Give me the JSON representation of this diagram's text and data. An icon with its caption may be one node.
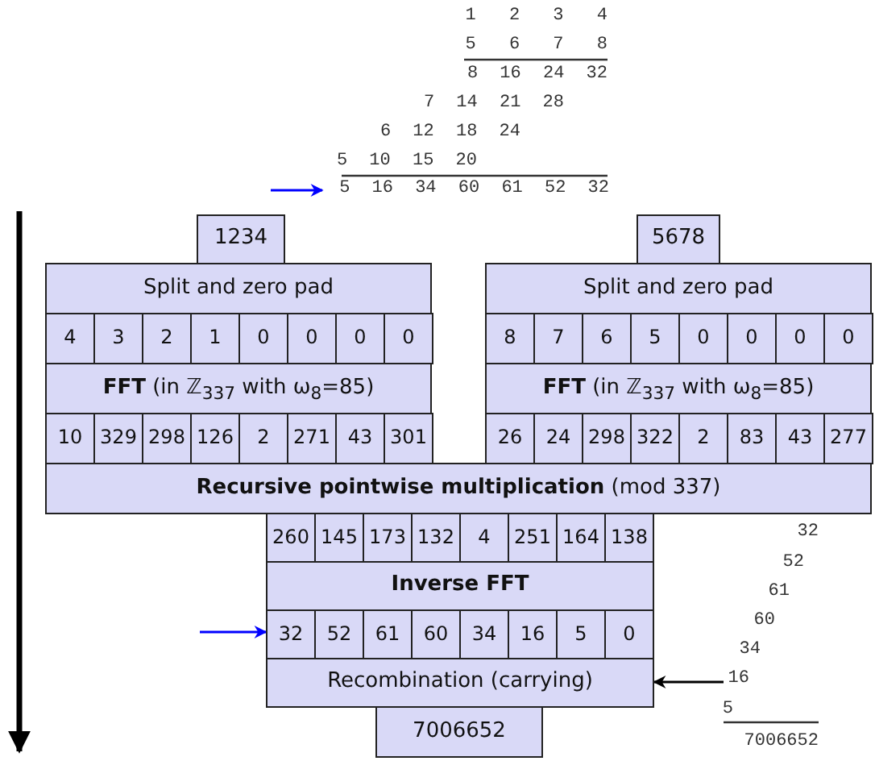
{
  "diagram": {
    "nodes": [
      {
        "text": [
          "5 16 34 60 61 52 32"
        ]
      },
      {
        "text": [
          "1234"
        ]
      },
      {
        "text": [
          "Split and zero pad"
        ]
      },
      {
        "text": [
          "4"
        ]
      },
      {
        "text": [
          "3"
        ]
      },
      {
        "text": [
          "2"
        ]
      },
      {
        "text": [
          "1"
        ]
      },
      {
        "text": [
          "0"
        ]
      },
      {
        "text": [
          "0"
        ]
      },
      {
        "text": [
          "0"
        ]
      },
      {
        "text": [
          "0"
        ]
      },
      {
        "text": [
          "**FFT** (in ℤ$_{337}$ with ω$_{8}$=85)"
        ]
      },
      {
        "text": [
          "10"
        ]
      },
      {
        "text": [
          "329"
        ]
      },
      {
        "text": [
          "298"
        ]
      },
      {
        "text": [
          "126"
        ]
      },
      {
        "text": [
          "2"
        ]
      },
      {
        "text": [
          "271"
        ]
      },
      {
        "text": [
          "43"
        ]
      },
      {
        "text": [
          "301"
        ]
      },
      {
        "text": [
          "5678"
        ]
      },
      {
        "text": [
          "Split and zero pad"
        ]
      },
      {
        "text": [
          "8"
        ]
      },
      {
        "text": [
          "7"
        ]
      },
      {
        "text": [
          "6"
        ]
      },
      {
        "text": [
          "5"
        ]
      },
      {
        "text": [
          "0"
        ]
      },
      {
        "text": [
          "0"
        ]
      },
      {
        "text": [
          "0"
        ]
      },
      {
        "text": [
          "0"
        ]
      },
      {
        "text": [
          "**FFT** (in ℤ$_{337}$ with ω$_{8}$=85)"
        ]
      },
      {
        "text": [
          "26"
        ]
      },
      {
        "text": [
          "24"
        ]
      },
      {
        "text": [
          "298"
        ]
      },
      {
        "text": [
          "322"
        ]
      },
      {
        "text": [
          "2"
        ]
      },
      {
        "text": [
          "83"
        ]
      },
      {
        "text": [
          "43"
        ]
      },
      {
        "text": [
          "277"
        ]
      },
      {
        "text": [
          "**Recursive pointwise multiplication** (mod 337)"
        ]
      },
      {
        "text": [
          "260"
        ]
      },
      {
        "text": [
          "145"
        ]
      },
      {
        "text": [
          "173"
        ]
      },
      {
        "text": [
          "132"
        ]
      },
      {
        "text": [
          "4"
        ]
      },
      {
        "text": [
          "251"
        ]
      },
      {
        "text": [
          "164"
        ]
      },
      {
        "text": [
          "138"
        ]
      },
      {
        "text": [
          "Inverse FFT"
        ]
      },
      {
        "text": [
          "32"
        ]
      },
      {
        "text": [
          "52"
        ]
      },
      {
        "text": [
          "61"
        ]
      },
      {
        "text": [
          "60"
        ]
      },
      {
        "text": [
          "34"
        ]
      },
      {
        "text": [
          "16"
        ]
      },
      {
        "text": [
          "5"
        ]
      },
      {
        "text": [
          "0"
        ]
      },
      {
        "text": [
          "Recombination (carrying)"
        ]
      },
      {
        "text": [
          "7006652"
        ]
      },
      {
        "text": [
          "16"
        ]
      }
    ],
    "edges": [
      {
        "from": null,
        "to": 0,
        "arrow": "to",
        "color": "#0000ff"
      },
      {
        "from": null,
        "to": 49,
        "arrow": "to",
        "color": "#0000ff"
      },
      {
        "from": 59,
        "to": 57,
        "arrow": "to",
        "color": "#000000"
      }
    ],
    "labels": [
      "1 2 3 4",
      "5 6 7 8",
      "8 16 24 32",
      "7 14 21 28",
      "6 12 18 24",
      "5 10 15 20",
      "32",
      "52",
      "61",
      "60",
      "34",
      "5",
      "7006652"
    ]
  }
}
